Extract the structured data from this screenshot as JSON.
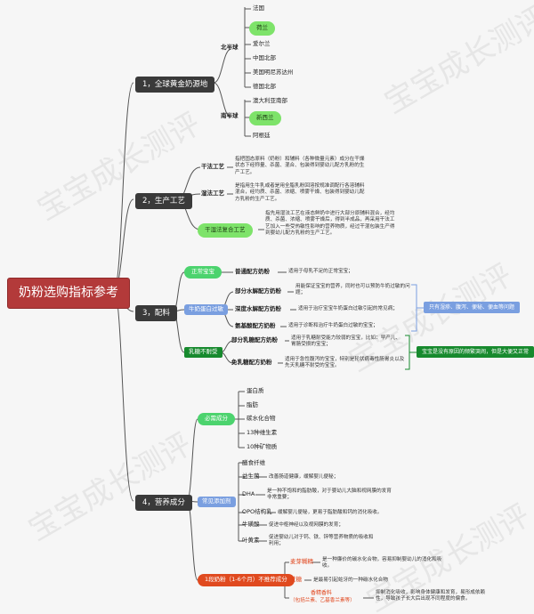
{
  "root": {
    "title": "奶粉选购指标参考"
  },
  "branches": {
    "b1": "1，全球黄金奶源地",
    "b2": "2，生产工艺",
    "b3": "3，配料",
    "b4": "4，营养成分"
  },
  "sources": {
    "north_label": "北半球",
    "south_label": "南半球",
    "north": [
      "法国",
      "荷兰",
      "爱尔兰",
      "中国北部",
      "美国明尼苏达州",
      "德国北部"
    ],
    "south": [
      "澳大利亚南部",
      "新西兰",
      "阿根廷"
    ]
  },
  "process": {
    "dry": {
      "name": "干法工艺",
      "desc": "指把固态原料（奶粉）和辅料（各种微量元素）成分在干燥状态下经称量、杀菌、混合、包装得到婴幼儿配方乳粉的生产工艺。"
    },
    "wet": {
      "name": "湿法工艺",
      "desc": "是指用生牛乳或者是用全脂乳粉回溶按规准调配行各溶辅料混合，经均质、杀菌、浓缩、喷雾干燥、包装得到婴幼儿配方乳粉的生产工艺。"
    },
    "mixed": {
      "name": "干湿法复合工艺",
      "desc": "指先用湿法工艺在液态鲜奶中进行大部分原辅料混合，经均质、杀菌、浓缩、喷雾干燥后，得到半成品，再采用干法工艺加入一些受热敏性影响的营养物质，经过干混包装生产得到婴幼儿配方乳粉的生产工艺。"
    }
  },
  "ingredients": {
    "normal_baby": "正常宝宝",
    "normal_formula": {
      "name": "普通配方奶粉",
      "desc": "适用于母乳不足的正常宝宝；"
    },
    "allergy": "牛奶蛋白过敏",
    "partial": {
      "name": "部分水解配方奶粉",
      "desc": "用能保证宝宝的营养，同时也可以预防牛奶过敏的问题；"
    },
    "deep": {
      "name": "深度水解配方奶粉",
      "desc": "适用于治疗宝宝牛奶蛋白过敏引起的常见病；"
    },
    "amino": {
      "name": "氨基酸配方奶粉",
      "desc": "适用于诊断和治疗牛奶蛋白过敏的宝宝；"
    },
    "allergy_callout": "只有湿疹、腹泻、便秘、便血等问题",
    "lactose": "乳糖不耐受",
    "partial_lactose": {
      "name": "部分乳糖配方奶粉",
      "desc": "适用于乳糖耐受能力较弱的宝宝，比如：早产儿、胃肠受损的宝宝；"
    },
    "free_lactose": {
      "name": "免乳糖配方奶粉",
      "desc": "适用于急性腹泻的宝宝，特别是轮状病毒性肠胃炎以及先天乳糖不耐受的宝宝。"
    },
    "lactose_callout": "宝宝是没有原因的频繁哭闹，但是大便又正常"
  },
  "nutrition": {
    "essential": "必需成分",
    "essential_items": [
      "蛋白质",
      "脂肪",
      "碳水化合物",
      "13种维生素",
      "10种矿物质"
    ],
    "common": "常见添加剂",
    "common_items": [
      {
        "name": "膳食纤维",
        "desc": ""
      },
      {
        "name": "益生菌",
        "desc": "改善肠道健康，缓解婴儿便秘；"
      },
      {
        "name": "DHA",
        "desc": "是一种不饱和的脂肪酸，对于婴幼儿大脑和视网膜的发育非常重要；"
      },
      {
        "name": "OPO结构乳",
        "desc": "缓解婴儿便秘，更易于脂肪酸和钙的消化吸收。"
      },
      {
        "name": "牛磺酸",
        "desc": "促进中枢神经以及视网膜的发育；"
      },
      {
        "name": "叶黄素",
        "desc": "促进婴幼儿对于钙、铁、锌等营养物质的吸收和利用；"
      }
    ],
    "notrec": "1段奶粉（1-6个月）不推荐成分",
    "notrec_items": [
      {
        "name": "麦芽糊精",
        "desc": "是一种廉价的碳水化合物，容易抑制婴幼儿的消化和吸收。"
      },
      {
        "name": "蔗糖",
        "desc": "是最易引起蛀牙的一种碳水化合物"
      },
      {
        "name": "香精香料",
        "sub": "（包括兰素、乙基香兰素等）",
        "desc": "抑制消化吸收，影响身体健康和发育，易形成依赖性，导致孩子长大后出现不同程度的偏食。"
      }
    ]
  },
  "watermark": "宝宝成长测评",
  "colors": {
    "root": "#b33a3a",
    "branch": "#3a3a3a",
    "green": "#4cd36e",
    "blue": "#7a9fe0",
    "red": "#e04a1f",
    "darkgreen": "#178a2e",
    "line": "#555555"
  }
}
